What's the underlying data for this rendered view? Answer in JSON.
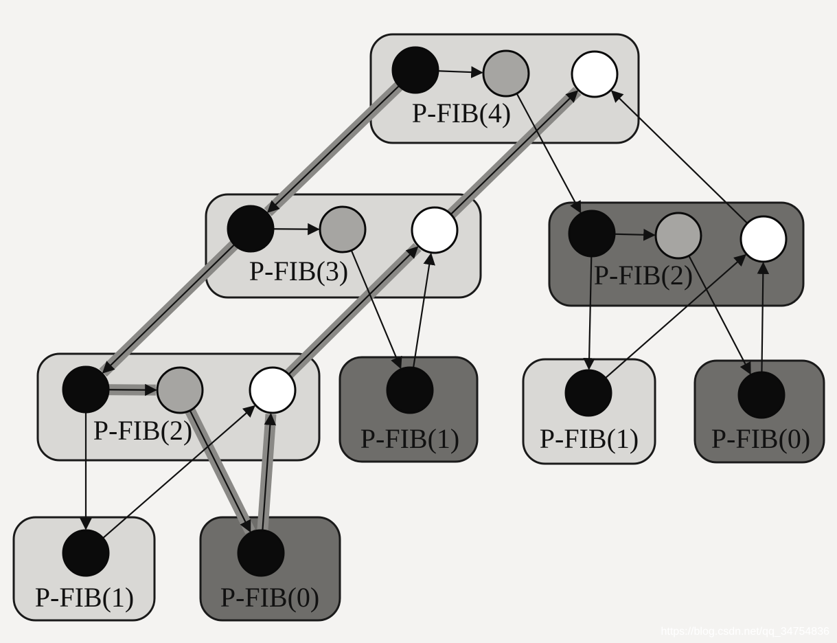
{
  "colors": {
    "background": "#f4f3f1",
    "box_light": "#d9d8d5",
    "box_dark": "#6e6d6a",
    "box_border": "#1a1a1a",
    "circle_black": "#0b0b0b",
    "circle_gray": "#a6a5a2",
    "circle_white": "#ffffff",
    "edge_thin": "#111111",
    "path_band": "#8a8986"
  },
  "nodes": [
    {
      "id": "fib4",
      "label": "P-FIB(4)",
      "shade": "light",
      "slots": 3
    },
    {
      "id": "fib3",
      "label": "P-FIB(3)",
      "shade": "light",
      "slots": 3
    },
    {
      "id": "fib2_right",
      "label": "P-FIB(2)",
      "shade": "dark",
      "slots": 3
    },
    {
      "id": "fib2_left",
      "label": "P-FIB(2)",
      "shade": "light",
      "slots": 3
    },
    {
      "id": "fib1_mid",
      "label": "P-FIB(1)",
      "shade": "dark",
      "slots": 1
    },
    {
      "id": "fib1_right",
      "label": "P-FIB(1)",
      "shade": "light",
      "slots": 1
    },
    {
      "id": "fib0_right",
      "label": "P-FIB(0)",
      "shade": "dark",
      "slots": 1
    },
    {
      "id": "fib1_left",
      "label": "P-FIB(1)",
      "shade": "light",
      "slots": 1
    },
    {
      "id": "fib0_left",
      "label": "P-FIB(0)",
      "shade": "dark",
      "slots": 1
    }
  ],
  "edges": [
    {
      "from": "fib4.0",
      "to": "fib4.1",
      "highlight": false
    },
    {
      "from": "fib4.0",
      "to": "fib3.0",
      "highlight": true
    },
    {
      "from": "fib4.1",
      "to": "fib2_right.0",
      "highlight": false
    },
    {
      "from": "fib3.2",
      "to": "fib4.2",
      "highlight": true
    },
    {
      "from": "fib2_right.2",
      "to": "fib4.2",
      "highlight": false
    },
    {
      "from": "fib3.0",
      "to": "fib3.1",
      "highlight": false
    },
    {
      "from": "fib3.0",
      "to": "fib2_left.0",
      "highlight": true
    },
    {
      "from": "fib3.1",
      "to": "fib1_mid.0",
      "highlight": false
    },
    {
      "from": "fib2_left.2",
      "to": "fib3.2",
      "highlight": true
    },
    {
      "from": "fib1_mid.0",
      "to": "fib3.2",
      "highlight": false
    },
    {
      "from": "fib2_right.0",
      "to": "fib2_right.1",
      "highlight": false
    },
    {
      "from": "fib2_right.0",
      "to": "fib1_right.0",
      "highlight": false
    },
    {
      "from": "fib2_right.1",
      "to": "fib0_right.0",
      "highlight": false
    },
    {
      "from": "fib1_right.0",
      "to": "fib2_right.2",
      "highlight": false
    },
    {
      "from": "fib0_right.0",
      "to": "fib2_right.2",
      "highlight": false
    },
    {
      "from": "fib2_left.0",
      "to": "fib2_left.1",
      "highlight": true
    },
    {
      "from": "fib2_left.0",
      "to": "fib1_left.0",
      "highlight": false
    },
    {
      "from": "fib2_left.1",
      "to": "fib0_left.0",
      "highlight": true
    },
    {
      "from": "fib1_left.0",
      "to": "fib2_left.2",
      "highlight": false
    },
    {
      "from": "fib0_left.0",
      "to": "fib2_left.2",
      "highlight": true
    }
  ],
  "watermark": "https://blog.csdn.net/qq_34754836"
}
